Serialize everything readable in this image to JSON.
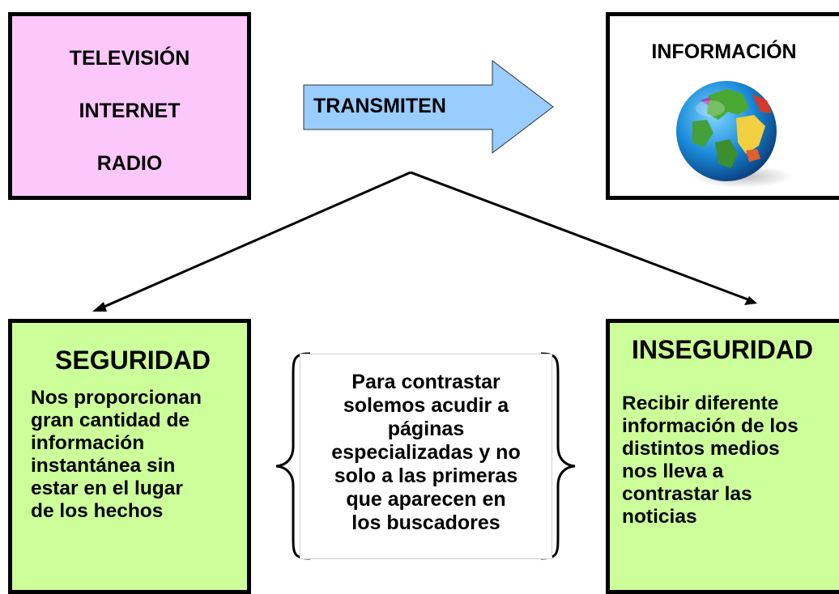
{
  "media": {
    "items": [
      "TELEVISIÓN",
      "INTERNET",
      "RADIO"
    ],
    "fill": "#fcc8fc"
  },
  "arrow": {
    "label": "TRANSMITEN",
    "fill": "#99ccff"
  },
  "info": {
    "title": "INFORMACIÓN",
    "image": "globe-image"
  },
  "seguridad": {
    "title": "SEGURIDAD",
    "text": "Nos proporcionan\ngran cantidad de\ninformación\ninstantánea sin\nestar en el lugar\nde los hechos",
    "fill": "#ccff99"
  },
  "inseguridad": {
    "title": "INSEGURIDAD",
    "text": "Recibir diferente\ninformación de los\ndistintos medios\nnos lleva a\ncontrastar las\nnoticias",
    "fill": "#ccff99"
  },
  "note": {
    "text": "Para contrastar\nsolemos acudir a\npáginas\nespecializadas y no\nsolo a las primeras\nque aparecen en\nlos buscadores"
  }
}
